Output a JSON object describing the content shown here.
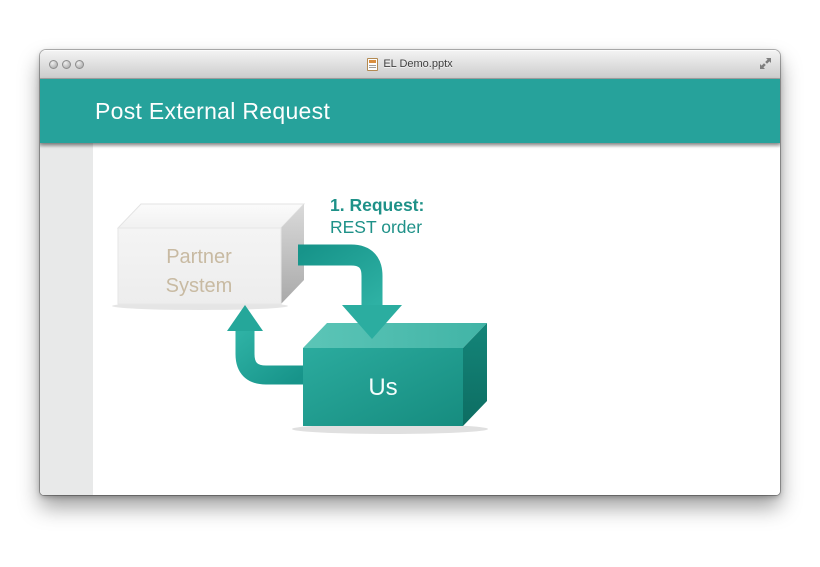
{
  "window": {
    "title": "EL Demo.pptx",
    "controls": {
      "close": "close",
      "minimize": "minimize",
      "zoom": "zoom",
      "fullscreen": "fullscreen"
    }
  },
  "slide": {
    "title": "Post External Request",
    "diagram": {
      "partner_box": {
        "line1": "Partner",
        "line2": "System"
      },
      "us_box": {
        "label": "Us"
      },
      "annotation": {
        "bold": "1. Request:",
        "text": "REST order"
      }
    }
  },
  "colors": {
    "accent_teal": "#26a29b",
    "arrow_teal_dark": "#17948a",
    "arrow_teal_light": "#2eb1a4",
    "partner_text": "#c8baa2",
    "annotation_text": "#1e9188",
    "us_text": "#f4fdfc",
    "sidebar_grey": "#e8e9e9"
  }
}
